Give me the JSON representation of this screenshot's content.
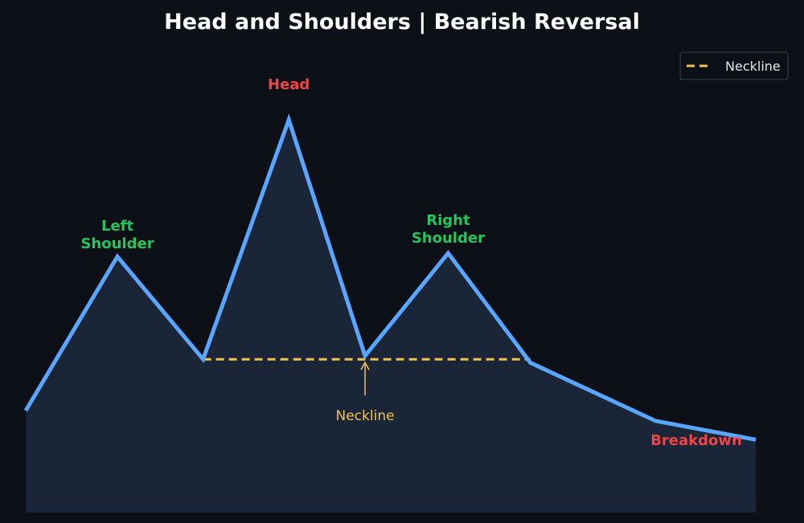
{
  "colors": {
    "background": "#0d1017",
    "price_line": "#58a6ff",
    "area_fill": "#1a2638",
    "neckline": "#f2c14e",
    "shoulder_label": "#22c55e",
    "head_label": "#ef4444",
    "breakdown_label": "#ef4444",
    "title": "#ffffff"
  },
  "chart_data": {
    "type": "line",
    "title": "Head and Shoulders | Bearish Reversal",
    "xlabel": "",
    "ylabel": "",
    "x": [
      0,
      1,
      2,
      3,
      4,
      5,
      6,
      7,
      8,
      9
    ],
    "xlim": [
      0,
      9
    ],
    "ylim": [
      0,
      100
    ],
    "grid": false,
    "axes_visible": false,
    "series": [
      {
        "values": [
          15,
          60,
          30,
          100,
          31,
          61,
          29,
          12,
          6.5
        ],
        "x": [
          0,
          1.07,
          2.07,
          3.07,
          3.96,
          4.93,
          5.89,
          7.35,
          8.52
        ]
      }
    ],
    "neckline": {
      "name": "Neckline",
      "y": 30,
      "x_range": [
        2.07,
        5.89
      ],
      "style": "dashed"
    },
    "legend": {
      "position": "top-right",
      "entries": [
        "Neckline"
      ]
    },
    "annotations": [
      {
        "text": "Left\nShoulder",
        "role": "left-shoulder"
      },
      {
        "text": "Head",
        "role": "head"
      },
      {
        "text": "Right\nShoulder",
        "role": "right-shoulder"
      },
      {
        "text": "Neckline",
        "role": "neckline-arrow"
      },
      {
        "text": "Breakdown",
        "role": "breakdown"
      }
    ]
  }
}
